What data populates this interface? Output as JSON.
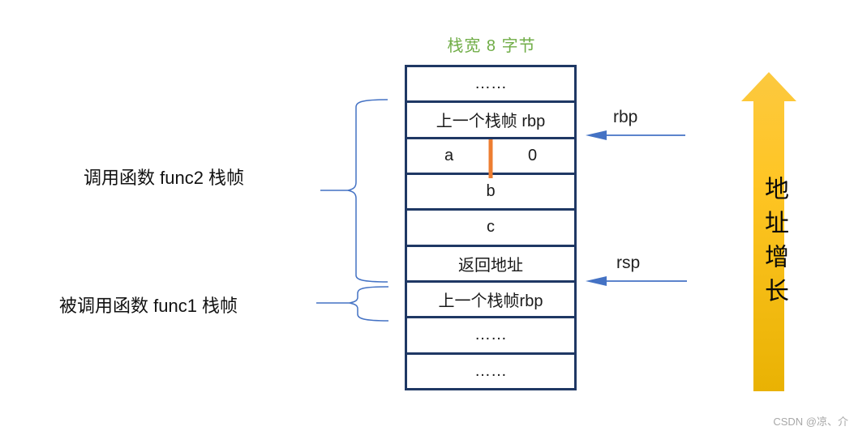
{
  "title": "栈宽 8 字节",
  "stack": {
    "rows": [
      {
        "label": "……"
      },
      {
        "label": "上一个栈帧 rbp"
      },
      {
        "left": "a",
        "right": "0"
      },
      {
        "label": "b"
      },
      {
        "label": "c"
      },
      {
        "label": "返回地址"
      },
      {
        "label": "上一个栈帧rbp"
      },
      {
        "label": "……"
      },
      {
        "label": "……"
      }
    ]
  },
  "labels": {
    "func2_frame": "调用函数 func2 栈帧",
    "func1_frame": "被调用函数 func1 栈帧"
  },
  "pointers": {
    "rbp": "rbp",
    "rsp": "rsp"
  },
  "address_growth": "地址增长",
  "watermark": "CSDN @凉、介",
  "colors": {
    "border_navy": "#1f3864",
    "accent_blue": "#4472c4",
    "divider_orange": "#ed7d31",
    "title_green": "#70ad47",
    "arrow_gold_top": "#fcc93f",
    "arrow_gold_mid": "#ffc524",
    "arrow_gold_bottom": "#e9b203",
    "watermark_gray": "#a8a8a8"
  }
}
